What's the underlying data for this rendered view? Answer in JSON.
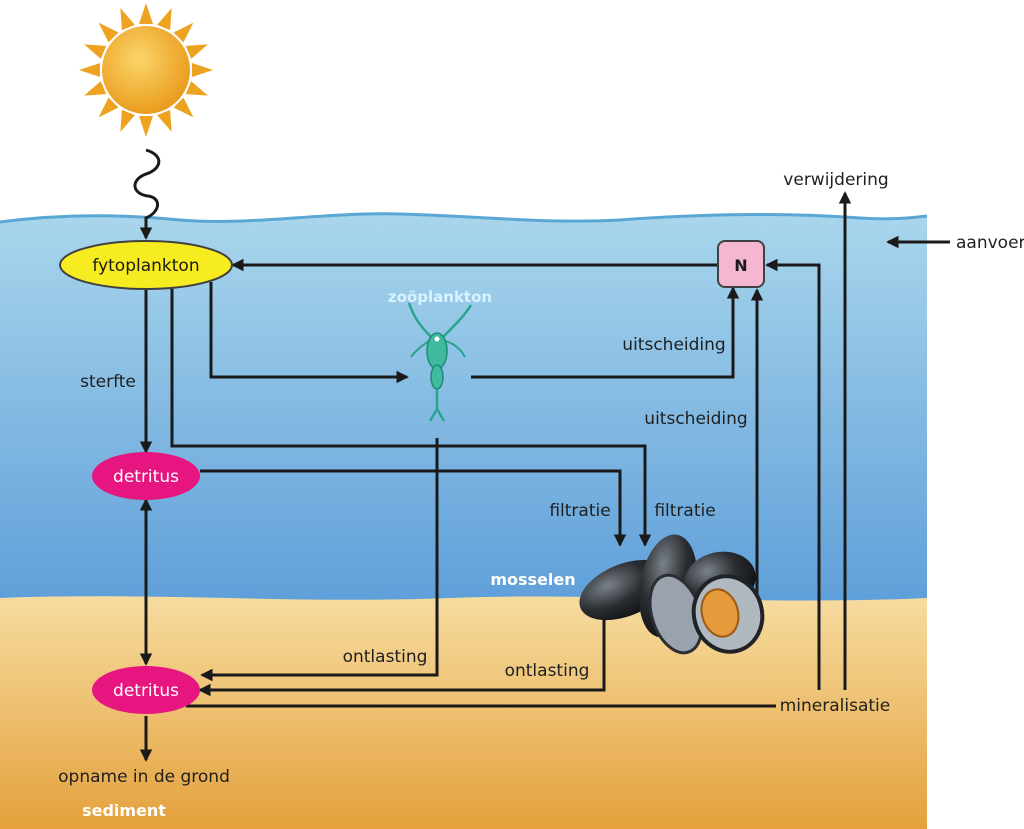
{
  "nodes": {
    "fytoplankton": "fytoplankton",
    "detritus_water": "detritus",
    "detritus_sediment": "detritus",
    "nitrogen": "N",
    "zooplankton": "zoöplankton",
    "mosselen": "mosselen"
  },
  "labels": {
    "verwijdering": "verwijdering",
    "aanvoer": "aanvoer",
    "sterfte": "sterfte",
    "uitscheiding_zoo": "uitscheiding",
    "uitscheiding_mussel": "uitscheiding",
    "filtratie_1": "filtratie",
    "filtratie_2": "filtratie",
    "ontlasting_zoo": "ontlasting",
    "ontlasting_mussel": "ontlasting",
    "mineralisatie": "mineralisatie",
    "opname": "opname in de grond",
    "sediment": "sediment"
  },
  "colors": {
    "water_top": "#a9d6ec",
    "water_bottom": "#5f9fd9",
    "sediment_top": "#f6dca0",
    "sediment_bottom": "#e4a13c",
    "fytoplankton_fill": "#f6ec1f",
    "detritus_fill": "#e6157f",
    "nitrogen_fill": "#f5b6d1",
    "sun": "#f0a820"
  }
}
